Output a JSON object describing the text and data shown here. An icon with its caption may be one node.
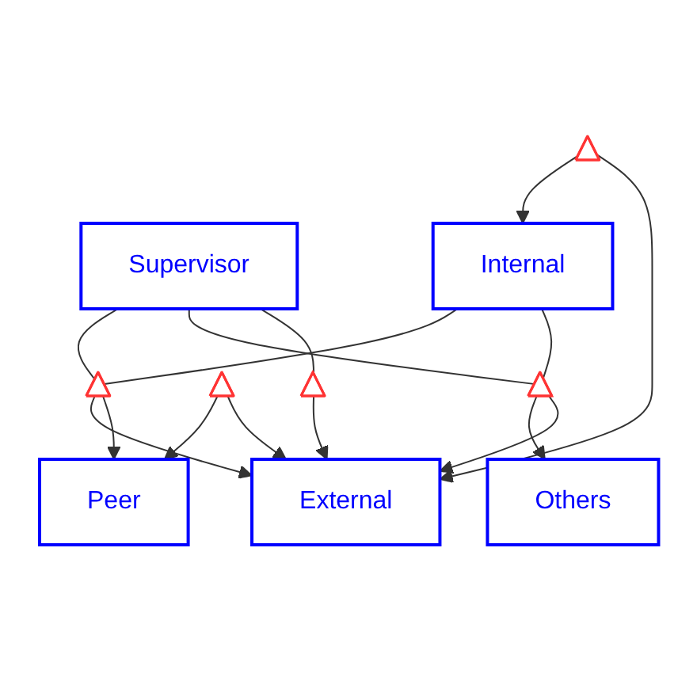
{
  "diagram": {
    "nodes": [
      {
        "text": [
          "Supervisor"
        ]
      },
      {
        "text": [
          "Internal"
        ]
      },
      {
        "text": [],
        "shape": "triangle"
      },
      {
        "text": [],
        "shape": "triangle"
      },
      {
        "text": [],
        "shape": "triangle"
      },
      {
        "text": [],
        "shape": "triangle"
      },
      {
        "text": [
          "Others"
        ]
      },
      {
        "text": [],
        "shape": "triangle"
      },
      {
        "text": [
          "Peer"
        ]
      },
      {
        "text": [
          "External"
        ]
      }
    ],
    "edges": [
      {
        "from": 0,
        "to": 2,
        "arrow": "none"
      },
      {
        "from": 2,
        "to": 9,
        "arrow": "to"
      },
      {
        "from": 1,
        "to": 2,
        "arrow": "none"
      },
      {
        "from": 2,
        "to": 8,
        "arrow": "to"
      },
      {
        "from": 1,
        "to": 5,
        "arrow": "none"
      },
      {
        "from": 5,
        "to": 6,
        "arrow": "to"
      },
      {
        "from": 0,
        "to": 5,
        "arrow": "none"
      },
      {
        "from": 5,
        "to": 9,
        "arrow": "to"
      },
      {
        "from": 0,
        "to": 7,
        "arrow": "none"
      },
      {
        "from": 7,
        "to": 9,
        "arrow": "to"
      },
      {
        "from": 4,
        "to": 1,
        "arrow": "to"
      },
      {
        "from": 4,
        "to": 9,
        "arrow": "to"
      },
      {
        "from": 3,
        "to": 8,
        "arrow": "to"
      },
      {
        "from": 3,
        "to": 9,
        "arrow": "to"
      }
    ]
  }
}
